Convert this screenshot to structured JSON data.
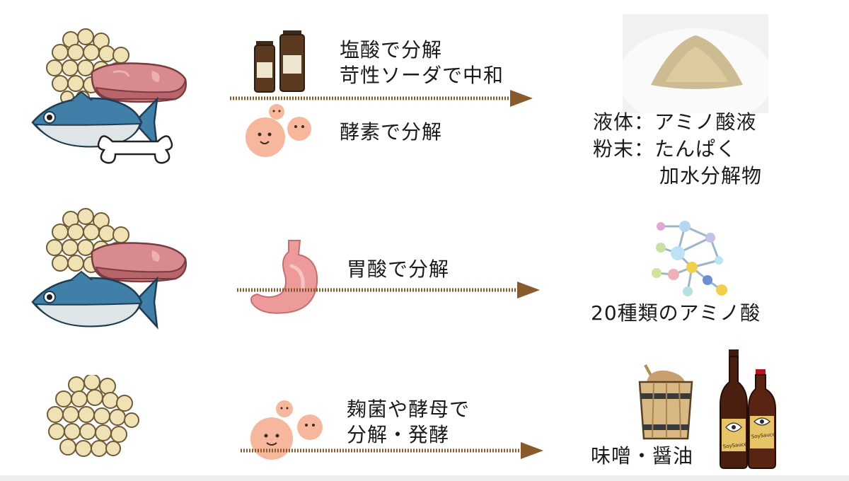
{
  "rows": [
    {
      "process": {
        "line1": "塩酸で分解",
        "line2": "苛性ソーダで中和"
      },
      "process_alt": "酵素で分解",
      "result": {
        "liquid": "液体：アミノ酸液",
        "powder_line1": "粉末：たんぱく",
        "powder_line2": "加水分解物"
      }
    },
    {
      "process": "胃酸で分解",
      "result": "20種類のアミノ酸"
    },
    {
      "process": {
        "line1": "麹菌や酵母で",
        "line2": "分解・発酵"
      },
      "result": "味噌・醤油",
      "bottle_label": "SoySauce"
    }
  ],
  "colors": {
    "arrow": "#8a5a2b",
    "fish_body": "#3f7fa8",
    "meat": "#d98a8f",
    "soy": "#efe2b4",
    "microbe": "#f6b79d",
    "stomach": "#ec9a9a"
  }
}
